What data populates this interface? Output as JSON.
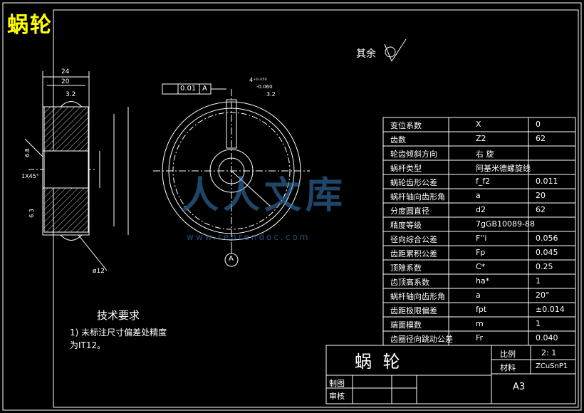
{
  "drawing": {
    "title": "蜗轮",
    "surface_roughness_label": "其余",
    "datum_label": "A",
    "tolerance_frame": {
      "value": "0.01",
      "datum": "A"
    },
    "keyway_tolerance": {
      "upper": "4⁺⁰·⁰³⁰",
      "lower": "-0.060",
      "width": "3.2"
    },
    "dims_side": {
      "width_24": "24",
      "width_20": "20",
      "r_3_2": "3.2",
      "chamfer": "1X45°",
      "d6_8": "6.8",
      "d6_3": "6.3",
      "d12": "ø12"
    },
    "tech_req": {
      "heading": "技术要求",
      "line1": "1) 未标注尺寸偏差处精度",
      "line2": "为IT12。"
    },
    "watermark": {
      "text": "人人文库",
      "url": "www.renrendoc.com"
    }
  },
  "param_table": {
    "rows": [
      {
        "label": "变位系数",
        "sym": "X",
        "val": "0"
      },
      {
        "label": "齿数",
        "sym": "Z2",
        "val": "62"
      },
      {
        "label": "轮齿倾斜方向",
        "sym": "右 旋",
        "val": ""
      },
      {
        "label": "蜗杆类型",
        "sym": "阿基米德螺旋线",
        "val": ""
      },
      {
        "label": "蜗轮齿形公差",
        "sym": "f_f2",
        "val": "0.011"
      },
      {
        "label": "蜗杆轴向齿形角",
        "sym": "a",
        "val": "20"
      },
      {
        "label": "分度圆直径",
        "sym": "d2",
        "val": "62"
      },
      {
        "label": "精度等级",
        "sym": "7gGB10089-88",
        "val": ""
      },
      {
        "label": "径向综合公差",
        "sym": "F''i",
        "val": "0.056"
      },
      {
        "label": "齿距累积公差",
        "sym": "Fp",
        "val": "0.045"
      },
      {
        "label": "顶隙系数",
        "sym": "C*",
        "val": "0.25"
      },
      {
        "label": "齿顶高系数",
        "sym": "ha*",
        "val": "1"
      },
      {
        "label": "蜗杆轴向齿形角",
        "sym": "a",
        "val": "20°"
      },
      {
        "label": "齿距极限偏差",
        "sym": "fpt",
        "val": "±0.014"
      },
      {
        "label": "端面模数",
        "sym": "m",
        "val": "1"
      },
      {
        "label": "齿圈径向跳动公差",
        "sym": "Fr",
        "val": "0.040"
      }
    ]
  },
  "title_block": {
    "name": "蜗 轮",
    "ratio_label": "比例",
    "ratio_value": "2: 1",
    "material_label": "材料",
    "material_value": "ZCuSnP1",
    "drawn_label": "制图",
    "checked_label": "审核",
    "sheet": "A3"
  },
  "colors": {
    "line": "#ffffff",
    "title": "#ffff00",
    "watermark": "#3a7fbf"
  }
}
